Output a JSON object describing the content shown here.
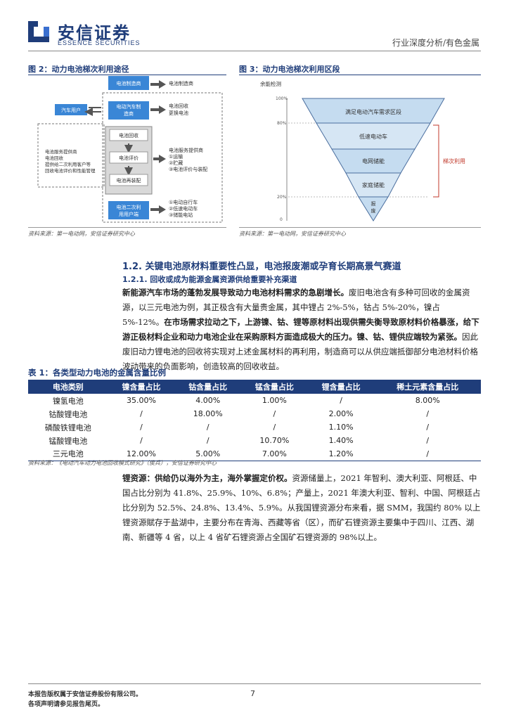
{
  "header": {
    "logo_cn": "安信证券",
    "logo_en": "ESSENCE SECURITIES",
    "category": "行业深度分析/有色金属",
    "colors": {
      "brand": "#1f3d7a",
      "accent": "#3a6fd0"
    }
  },
  "fig2": {
    "title": "图 2：动力电池梯次利用途径",
    "source": "资料来源：第一电动网，安信证券研究中心",
    "boxes": {
      "battery_mfr": "电池制造商",
      "ev_user": "汽车用户",
      "ev_maker": "电动汽车制造商",
      "center_left": "电池服务提供商\n电池回收\n提供给二次利用客户等\n回收电池评价和性能管理",
      "recycle": "电池回收",
      "evaluate": "电池评价",
      "reassemble": "电池再装配",
      "second_use": "电池二次利用用户端"
    },
    "labels": {
      "r1": "电池制造商",
      "r2": "电池回收\n更换电池",
      "r3": "电池服务提供商\n①运输\n②贮藏\n③电池评价与装配",
      "r4": "①电动自行车\n②低速电动车\n③储能电站"
    }
  },
  "fig3": {
    "title": "图 3：动力电池梯次利用区段",
    "source": "资料来源：第一电动网，安信证券研究中心",
    "ylabel": "余能检测",
    "ticks": [
      "100%",
      "80%",
      "20%",
      "0"
    ],
    "bands": [
      "满足电动汽车需求区段",
      "低速电动车",
      "电网储能",
      "家庭储能",
      "报废"
    ],
    "bracket": "梯次利用"
  },
  "section": {
    "h1": "1.2. 关键电池原材料重要性凸显，电池报废潮或孕育长期高景气赛道",
    "h2": "1.2.1. 回收或成为能源金属资源供给重要补充渠道",
    "p1_bold": "新能源汽车市场的蓬勃发展导致动力电池材料需求的急剧增长。",
    "p1_a": "废旧电池含有多种可回收的金属资源，以三元电池为例，其正极含有大量贵金属，其中锂占 2%-5%，钴占 5%-20%，镍占 5%-12%。",
    "p1_bold2": "在市场需求拉动之下，上游镍、钴、锂等原材料出现供需失衡导致原材料价格暴涨，给下游正极材料企业和动力电池企业在采购原料方面造成极大的压力。镍、钴、锂供应端较为紧张。",
    "p1_b": "因此废旧动力锂电池的回收将实现对上述金属材料的再利用，制造商可以从供应端抵御部分电池材料价格波动带来的负面影响，创造较高的回收收益。",
    "p2_bold": "锂资源：供给仍以海外为主，海外掌握定价权。",
    "p2_a": "资源储量上，2021 年智利、澳大利亚、阿根廷、中国占比分别为 41.8%、25.9%、10%、6.8%；产量上，2021 年澳大利亚、智利、中国、阿根廷占比分别为 52.5%、24.8%、13.4%、5.9%。从我国锂资源分布来看，据 SMM，我国约 80% 以上锂资源賦存于盐湖中，主要分布在青海、西藏等省（区），而矿石锂资源主要集中于四川、江西、湖南、新疆等 4 省，以上 4 省矿石锂资源占全国矿石锂资源的 98%以上。"
  },
  "table1": {
    "title": "表 1：各类型动力电池的金属含量比例",
    "headers": [
      "电池类别",
      "镍含量占比",
      "钴含量占比",
      "锰含量占比",
      "锂含量占比",
      "稀土元素含量占比"
    ],
    "rows": [
      [
        "镍氢电池",
        "35.00%",
        "4.00%",
        "1.00%",
        "/",
        "8.00%"
      ],
      [
        "钴酸锂电池",
        "/",
        "18.00%",
        "/",
        "2.00%",
        "/"
      ],
      [
        "磷酸铁锂电池",
        "/",
        "/",
        "/",
        "1.10%",
        "/"
      ],
      [
        "锰酸锂电池",
        "/",
        "/",
        "10.70%",
        "1.40%",
        "/"
      ],
      [
        "三元电池",
        "12.00%",
        "5.00%",
        "7.00%",
        "1.20%",
        "/"
      ]
    ],
    "source": "资料来源：《电动汽车动力电池回收模式研究》（侯兵），安信证券研究中心"
  },
  "footer": {
    "line1": "本报告版权属于安信证券股份有限公司。",
    "line2": "各项声明请参见报告尾页。",
    "page": "7"
  }
}
